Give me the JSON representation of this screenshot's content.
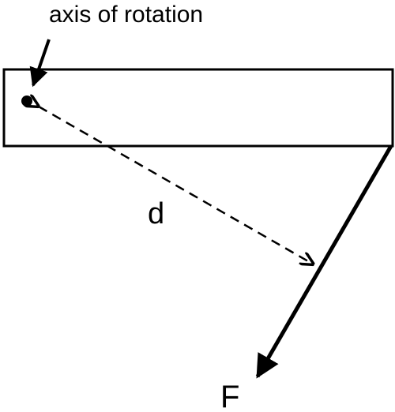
{
  "labels": {
    "axis": "axis of rotation",
    "distance": "d",
    "force": "F"
  },
  "colors": {
    "ink": "#000000",
    "background": "#ffffff"
  }
}
